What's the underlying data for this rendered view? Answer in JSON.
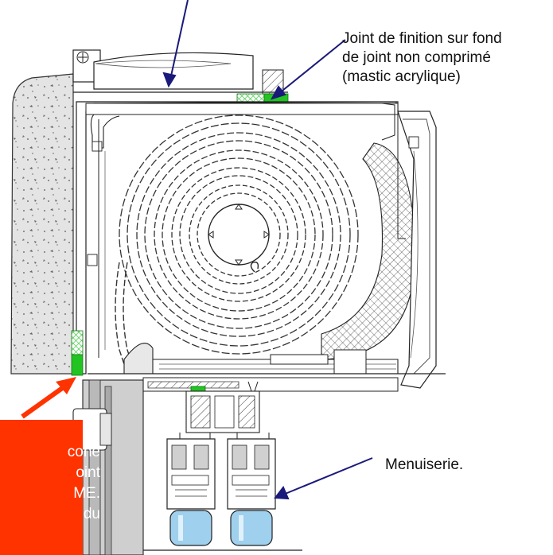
{
  "labels": {
    "finishing_joint": {
      "lines": [
        "Joint de finition sur fond",
        "de joint non comprimé",
        "(mastic acrylique)"
      ]
    },
    "joinery": "Menuiserie."
  },
  "callout": {
    "lines": [
      "cone",
      "oint",
      "ME.",
      "du"
    ]
  },
  "colors": {
    "arrow": "#1a1a7a",
    "joint_green": "#22c422",
    "callout_red": "#ff3300",
    "glass": "#9fd0ee",
    "concrete": "#e4e4e4"
  }
}
